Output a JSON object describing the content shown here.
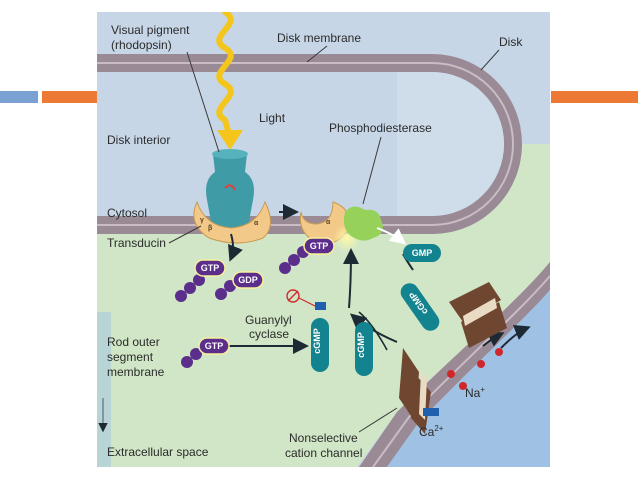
{
  "colors": {
    "slide_bar_blue": "#7ba0d2",
    "slide_bar_orange": "#ec7a34",
    "disk_interior": "#c7d6e6",
    "membrane": "#9a8a96",
    "cytosol": "#d0e6c6",
    "extracellular": "#9fc2e4",
    "light": "#f4c61c",
    "rhodopsin": "#3f9ca7",
    "transducin": "#f2c989",
    "phosphodiesterase": "#96d25a",
    "cgmp_pill": "#13838f",
    "nucleotide_pill": "#5c2e8c",
    "channel": "#6f4630"
  },
  "labels": {
    "visual_pigment_line1": "Visual pigment",
    "visual_pigment_line2": "(rhodopsin)",
    "disk_membrane": "Disk membrane",
    "disk": "Disk",
    "light": "Light",
    "disk_interior": "Disk interior",
    "phosphodiesterase": "Phosphodiesterase",
    "cytosol": "Cytosol",
    "transducin": "Transducin",
    "gmp": "GMP",
    "guanylyl_cyclase_line1": "Guanylyl",
    "guanylyl_cyclase_line2": "cyclase",
    "rod_outer_line1": "Rod outer",
    "rod_outer_line2": "segment",
    "rod_outer_line3": "membrane",
    "cgmp": "cGMP",
    "gtp": "GTP",
    "gdp": "GDP",
    "na": "Na",
    "na_sup": "+",
    "ca": "Ca",
    "ca_sup": "2+",
    "extracellular_space": "Extracellular space",
    "nonselective_line1": "Nonselective",
    "nonselective_line2": "cation channel",
    "alpha": "α",
    "beta": "β",
    "gamma": "γ"
  }
}
